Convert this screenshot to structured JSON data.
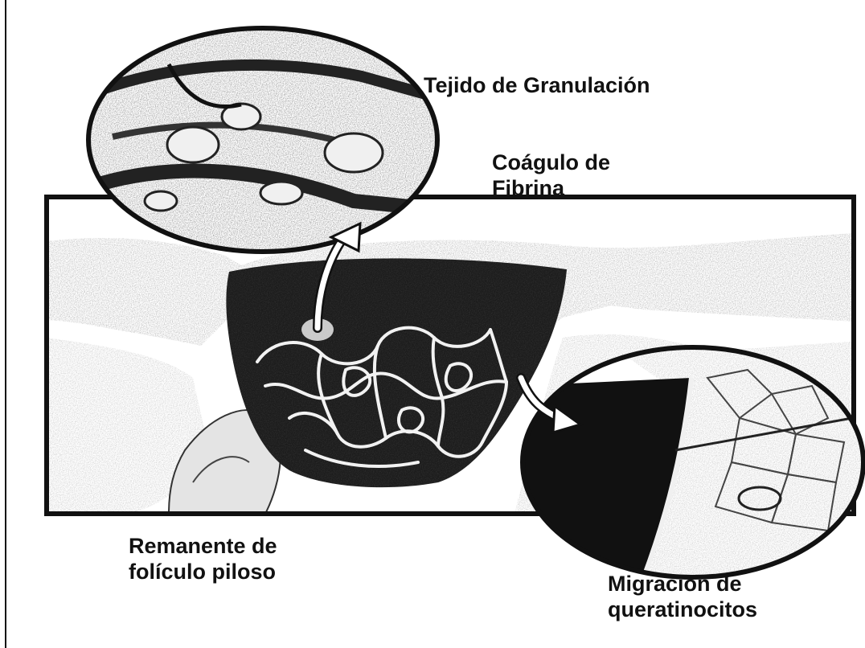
{
  "labels": {
    "tejido": "Tejido de Granulación",
    "coagulo_line1": "Coágulo de",
    "coagulo_line2": "Fibrina",
    "remanente_line1": "Remanente de",
    "remanente_line2": "folículo piloso",
    "migracion_line1": "Migración de",
    "migracion_line2": "queratinocitos"
  },
  "colors": {
    "ink": "#111111",
    "paper": "#ffffff",
    "clot": "#1c1c1c",
    "tissue_gray": "#c9c9c9"
  }
}
